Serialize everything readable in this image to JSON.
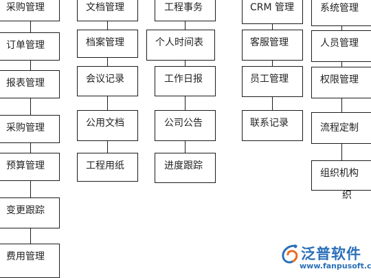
{
  "columns": [
    {
      "items": [
        "采购管理",
        "订单管理",
        "报表管理",
        "采购管理",
        "预算管理",
        "变更跟踪",
        "费用管理"
      ]
    },
    {
      "items": [
        "文档管理",
        "档案管理",
        "会议记录",
        "公用文档",
        "工程用纸"
      ]
    },
    {
      "items": [
        "工程事务",
        "个人时间表",
        "工作日报",
        "公司公告",
        "进度跟踪"
      ]
    },
    {
      "items": [
        "CRM 管理",
        "客服管理",
        "员工管理",
        "联系记录"
      ]
    },
    {
      "items": [
        "系统管理",
        "人员管理",
        "权限管理",
        "流程定制",
        "组织机构"
      ]
    }
  ],
  "overflow_char": "织",
  "logo": {
    "name": "泛普软件",
    "url": "www.fanpusoft.com",
    "icon": "swirl-logo-icon",
    "color": "#2a6fb8",
    "accent": "#e86a1f"
  }
}
